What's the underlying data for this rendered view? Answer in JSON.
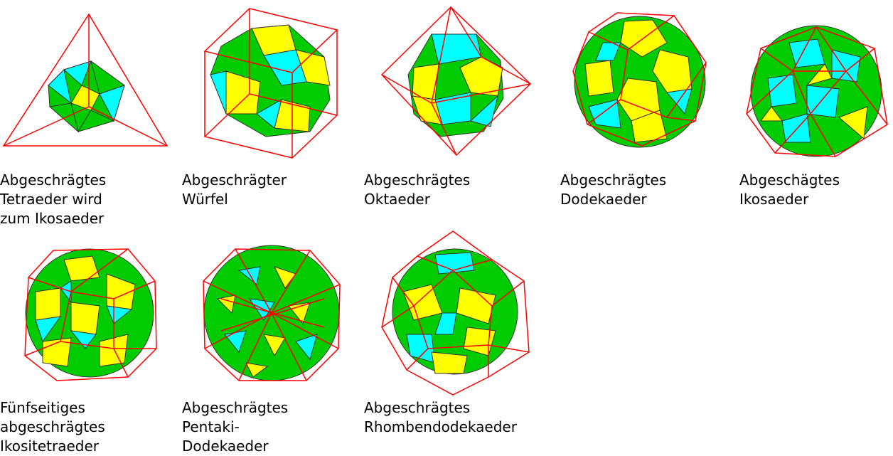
{
  "colors": {
    "yellow": "#ffff00",
    "cyan": "#00ffff",
    "green": "#00cc00",
    "edge": "#333333",
    "frame": "#ff0000"
  },
  "polyhedra": [
    {
      "caption": "Abgeschrägtes\nTetraeder wird\nzum Ikosaeder",
      "frame_icon": "tetrahedron-frame"
    },
    {
      "caption": "Abgeschrägter\nWürfel",
      "frame_icon": "cube-frame"
    },
    {
      "caption": "Abgeschrägtes\nOktaeder",
      "frame_icon": "octahedron-frame"
    },
    {
      "caption": "Abgeschrägtes\nDodekaeder",
      "frame_icon": "dodecahedron-frame"
    },
    {
      "caption": "Abgeschägtes\nIkosaeder",
      "frame_icon": "icosahedron-frame"
    },
    {
      "caption": "Fünfseitiges\nabgeschrägtes\nIkositetraeder",
      "frame_icon": "pentagonal-icositetrahedron-frame"
    },
    {
      "caption": "Abgeschrägtes\nPentaki-\nDodekaeder",
      "frame_icon": "pentakis-dodecahedron-frame"
    },
    {
      "caption": "Abgeschrägtes\nRhombendodekaeder",
      "frame_icon": "rhombic-dodecahedron-frame"
    }
  ]
}
